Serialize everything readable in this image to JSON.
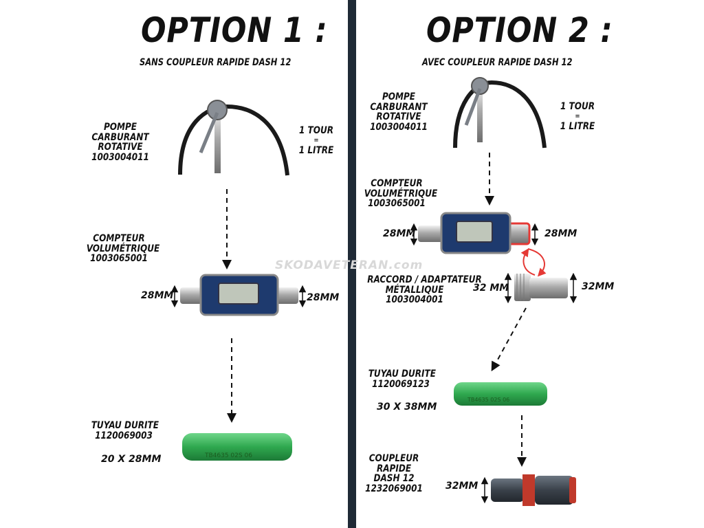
{
  "option1": {
    "title": "OPTION 1 :",
    "subtitle": "SANS COUPLEUR RAPIDE DASH 12",
    "pump": {
      "lines": [
        "POMPE",
        "CARBURANT",
        "ROTATIVE",
        "1003004011"
      ],
      "ratio": [
        "1 TOUR",
        "=",
        "1 LITRE"
      ]
    },
    "meter": {
      "lines": [
        "COMPTEUR",
        "VOLUMÉTRIQUE",
        "1003065001"
      ],
      "left_size": "28mm",
      "right_size": "28mm"
    },
    "hose": {
      "lines": [
        "TUYAU DURITE",
        "1120069003"
      ],
      "size": "20 x 28mm",
      "print": "TB4635  02S  06"
    }
  },
  "option2": {
    "title": "OPTION 2 :",
    "subtitle": "AVEC COUPLEUR RAPIDE DASH 12",
    "pump": {
      "lines": [
        "POMPE",
        "CARBURANT",
        "ROTATIVE",
        "1003004011"
      ],
      "ratio": [
        "1 TOUR",
        "=",
        "1 LITRE"
      ]
    },
    "meter": {
      "lines": [
        "COMPTEUR",
        "VOLUMÉTRIQUE",
        "1003065001"
      ],
      "left_size": "28mm",
      "right_size": "28mm"
    },
    "adapter": {
      "lines": [
        "RACCORD / ADAPTATEUR",
        "MÉTALLIQUE",
        "1003004001"
      ],
      "left_size": "32 mm",
      "right_size": "32mm"
    },
    "hose": {
      "lines": [
        "TUYAU  DURITE",
        "1120069123"
      ],
      "size": "30 x 38mm",
      "print": "TB4635  02S  06"
    },
    "coupler": {
      "lines": [
        "COUPLEUR",
        "RAPIDE",
        "DASH 12",
        "1232069001"
      ],
      "size": "32mm"
    }
  },
  "watermark": "SKODAVETERAN.com",
  "colors": {
    "background": "#ffffff",
    "divider": "#1f2a36",
    "hose_green": "#2fa84f",
    "meter_blue": "#1e3a6e",
    "coupler_red": "#c0392b",
    "arrow_red": "#e53935"
  }
}
